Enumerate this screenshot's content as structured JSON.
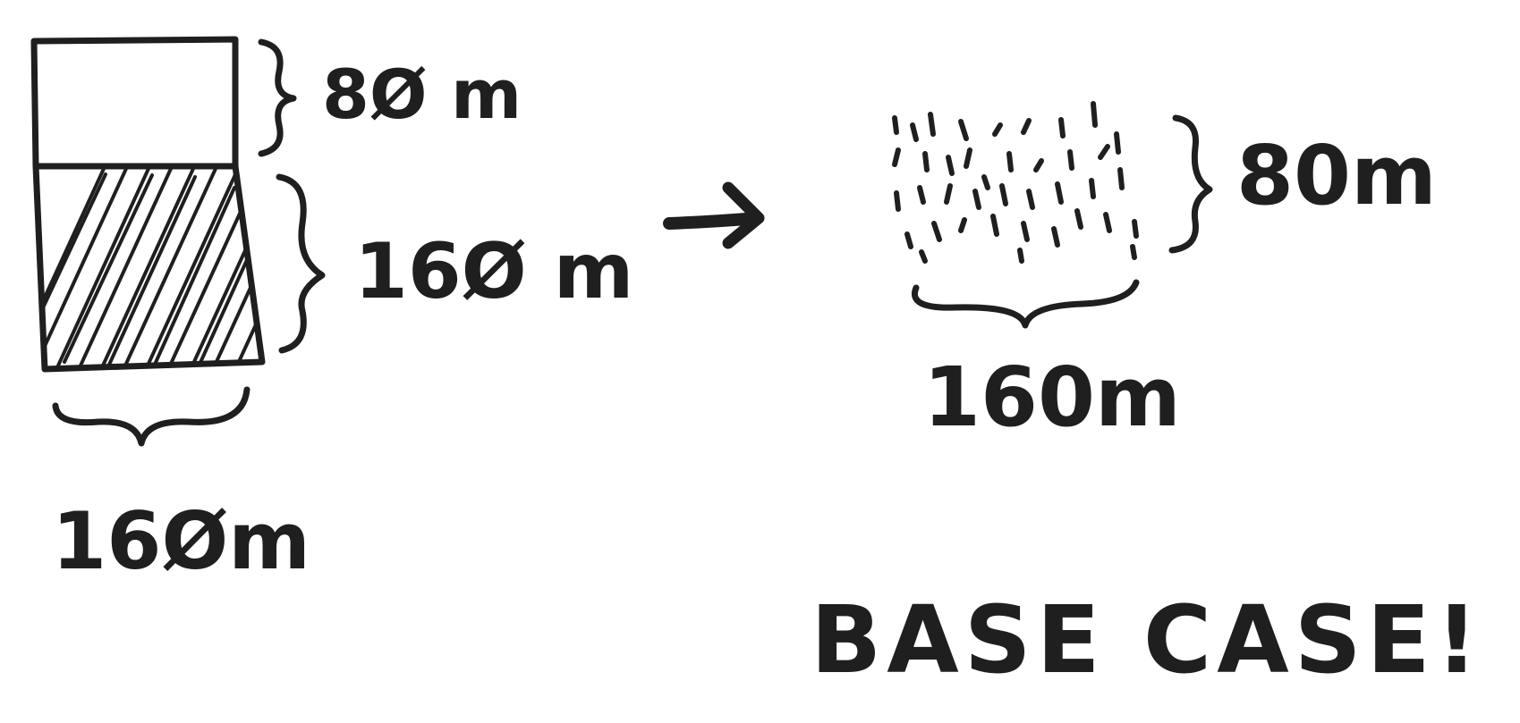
{
  "left_figure": {
    "top_height_label": "8Ø m",
    "bottom_height_label": "16Ø m",
    "width_label": "16Øm"
  },
  "right_figure": {
    "height_label": "80m",
    "width_label": "160m"
  },
  "caption": "BASE CASE!",
  "colors": {
    "ink": "#1f1f1f",
    "paper": "#ffffff"
  }
}
